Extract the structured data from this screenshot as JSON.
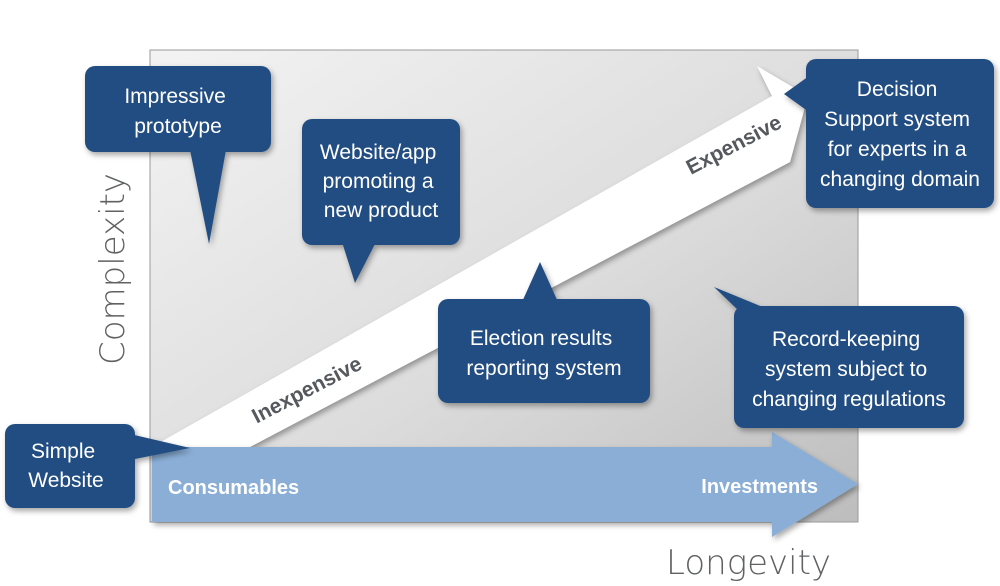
{
  "axes": {
    "y_label": "Complexity",
    "x_label": "Longevity"
  },
  "arrows": {
    "horizontal": {
      "start_label": "Consumables",
      "end_label": "Investments"
    },
    "diagonal": {
      "start_label": "Inexpensive",
      "end_label": "Expensive"
    }
  },
  "callouts": {
    "impressive_prototype": [
      "Impressive",
      "prototype"
    ],
    "website_app": [
      "Website/app",
      "promoting a",
      "new product"
    ],
    "election_results": [
      "Election results",
      "reporting system"
    ],
    "decision_support": [
      "Decision",
      "Support system",
      "for experts in a",
      "changing domain"
    ],
    "record_keeping": [
      "Record-keeping",
      "system subject to",
      "changing regulations"
    ],
    "simple_website": [
      "Simple",
      "Website"
    ]
  },
  "colors": {
    "callout_fill": "#234e82",
    "horizontal_arrow": "#8aaed6",
    "diagonal_arrow": "#ffffff",
    "plot_gradient_light": "#f2f2f2",
    "plot_gradient_dark": "#c2c2c2"
  }
}
